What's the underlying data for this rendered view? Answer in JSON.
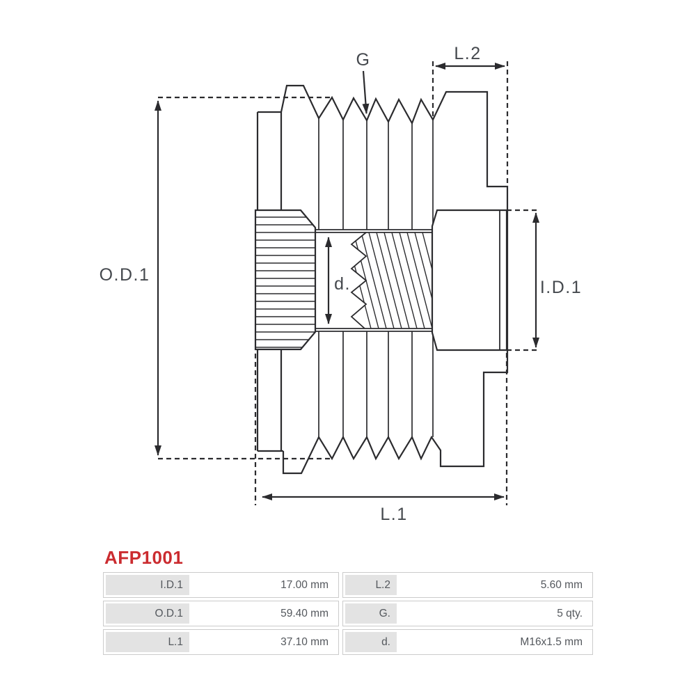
{
  "title": {
    "text": "AFP1001",
    "color": "#cb2c30"
  },
  "diagram": {
    "stroke_color": "#2b2b2e",
    "labels": {
      "groove": "G",
      "length2": "L.2",
      "outer_diameter": "O.D.1",
      "inner_diameter": "I.D.1",
      "bore": "d.",
      "length1": "L.1"
    }
  },
  "spec_table": {
    "left_rows": [
      {
        "label": "I.D.1",
        "value": "17.00 mm"
      },
      {
        "label": "O.D.1",
        "value": "59.40 mm"
      },
      {
        "label": "L.1",
        "value": "37.10 mm"
      }
    ],
    "right_rows": [
      {
        "label": "L.2",
        "value": "5.60 mm"
      },
      {
        "label": "G.",
        "value": "5 qty."
      },
      {
        "label": "d.",
        "value": "M16x1.5 mm"
      }
    ]
  }
}
